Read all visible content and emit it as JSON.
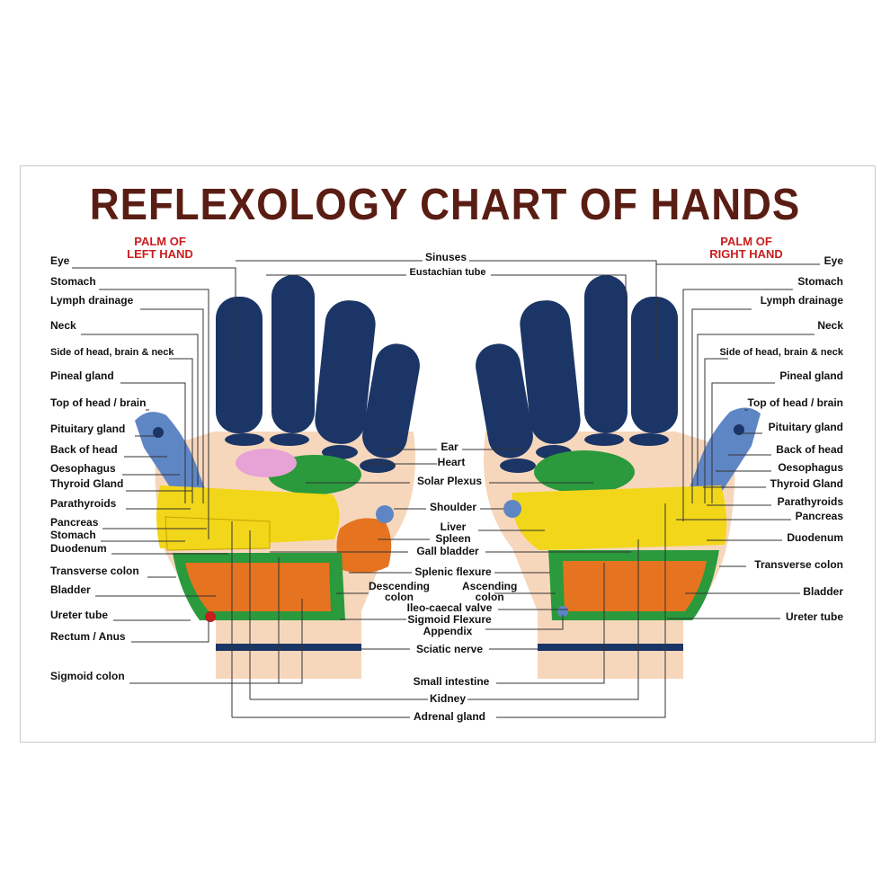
{
  "title": "REFLEXOLOGY CHART OF HANDS",
  "left_heading": [
    "PALM OF",
    "LEFT HAND"
  ],
  "right_heading": [
    "PALM OF",
    "RIGHT HAND"
  ],
  "left_labels": [
    "Eye",
    "Stomach",
    "Lymph drainage",
    "Neck",
    "Side of head, brain & neck",
    "Pineal gland",
    "Top of head / brain",
    "Pituitary gland",
    "Back of head",
    "Oesophagus",
    "Thyroid Gland",
    "Parathyroids",
    "Pancreas",
    "Stomach",
    "Duodenum",
    "Transverse colon",
    "Bladder",
    "Ureter tube",
    "Rectum / Anus",
    "Sigmoid colon"
  ],
  "right_labels": [
    "Eye",
    "Stomach",
    "Lymph drainage",
    "Neck",
    "Side of head, brain & neck",
    "Pineal gland",
    "Top of head / brain",
    "Pituitary gland",
    "Back of head",
    "Oesophagus",
    "Thyroid Gland",
    "Parathyroids",
    "Pancreas",
    "Duodenum",
    "Transverse colon",
    "Bladder",
    "Ureter tube"
  ],
  "center_labels": [
    "Sinuses",
    "Eustachian tube",
    "Ear",
    "Heart",
    "Solar Plexus",
    "Shoulder",
    "Liver",
    "Spleen",
    "Gall bladder",
    "Splenic flexure",
    "Ileo-caecal valve",
    "Sigmoid Flexure",
    "Appendix",
    "Sciatic nerve",
    "Small intestine",
    "Kidney",
    "Adrenal gland"
  ],
  "center_pair_labels": {
    "descending": [
      "Descending",
      "colon"
    ],
    "ascending": [
      "Ascending",
      "colon"
    ]
  },
  "colors": {
    "finger": "#1b3566",
    "thumb": "#5f86c4",
    "skin": "#f7d7bc",
    "yellow": "#f2d619",
    "green": "#2a9a3c",
    "orange": "#e6731f",
    "pink": "#e7a2d6",
    "title": "#5a1d14",
    "heading": "#c81e1e"
  }
}
